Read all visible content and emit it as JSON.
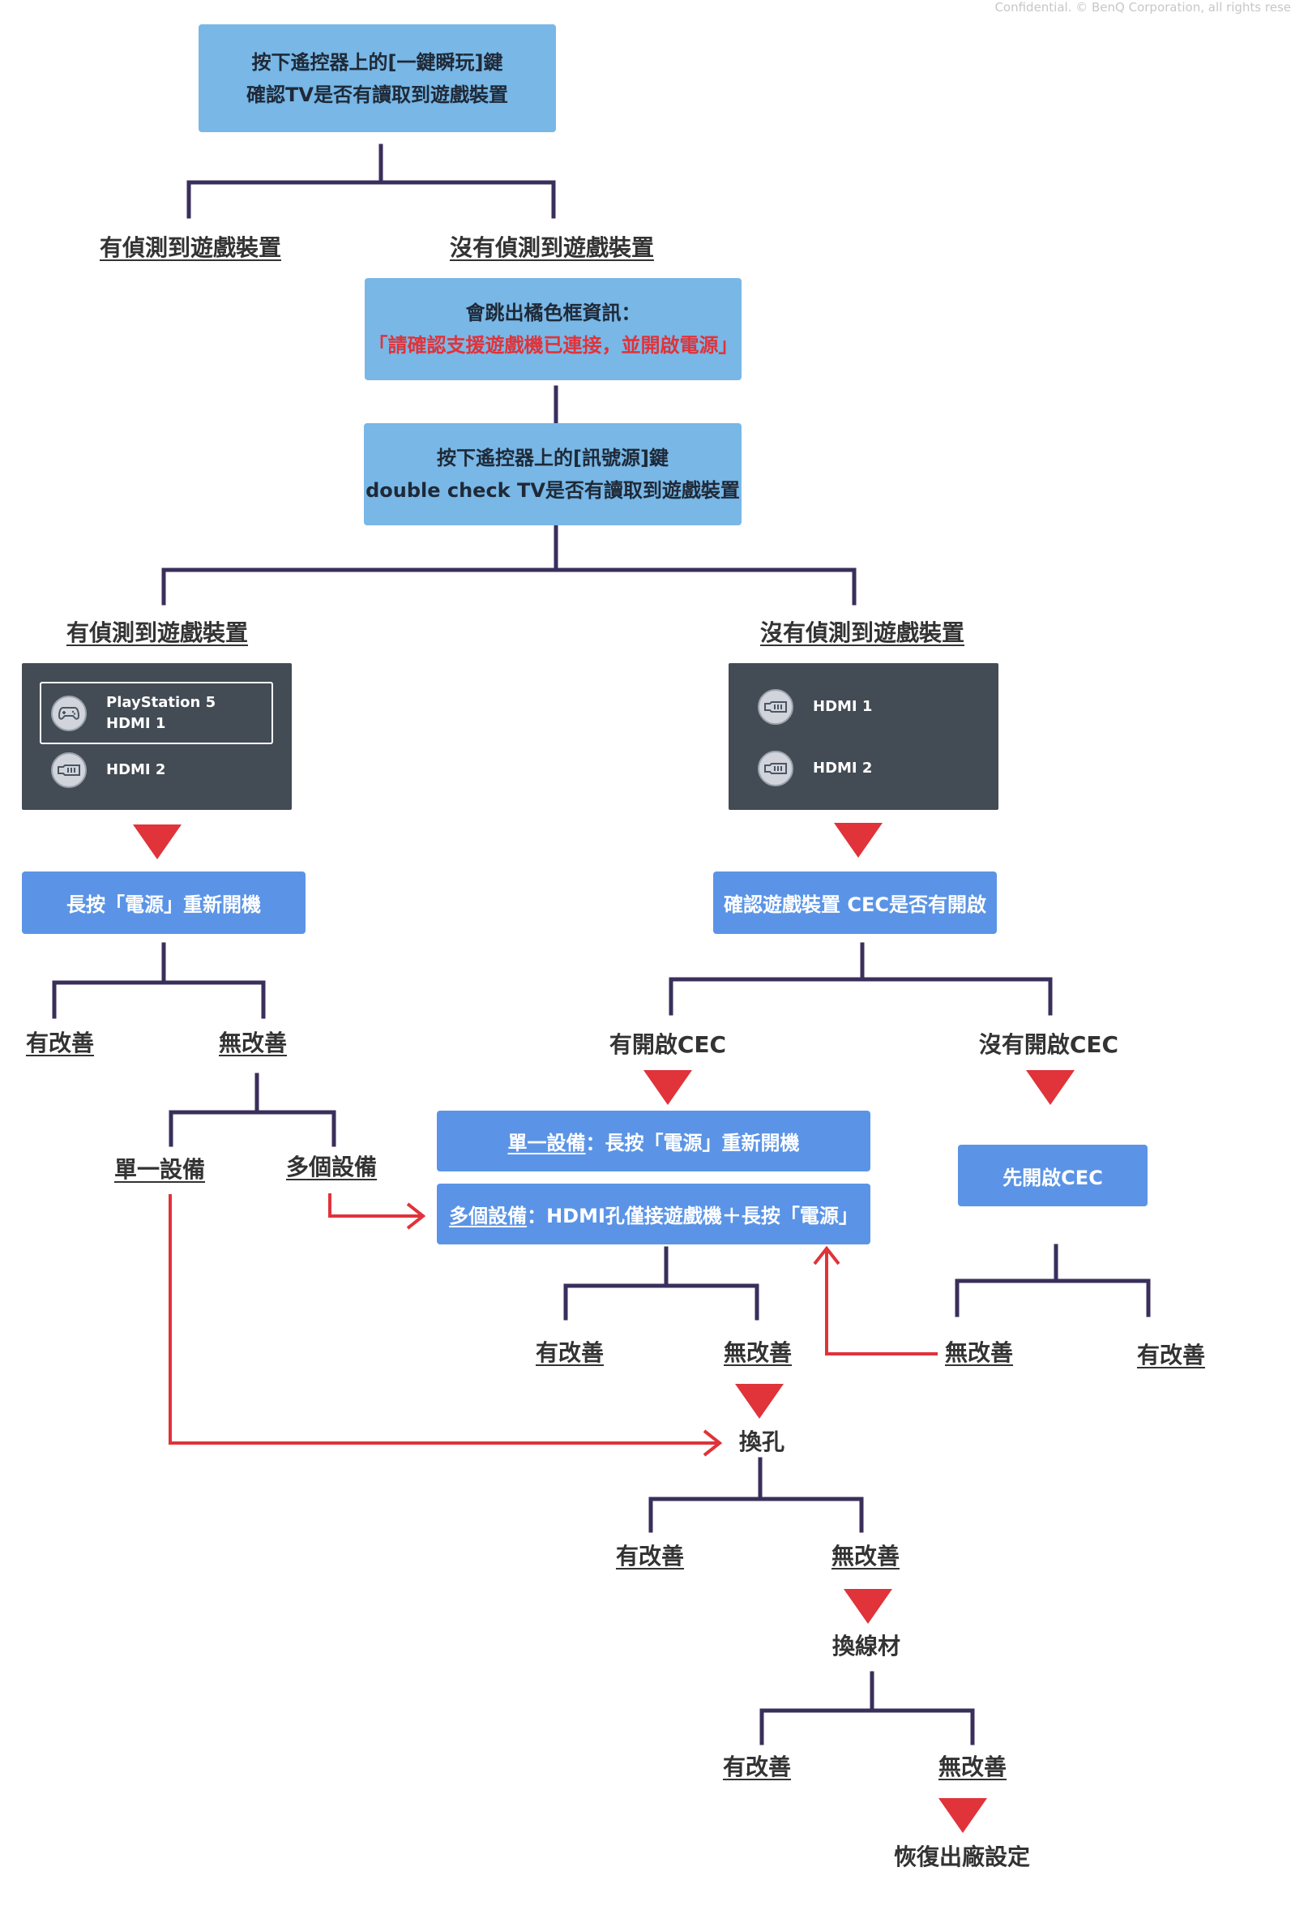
{
  "confidential": "Confidential. © BenQ Corporation, all rights rese",
  "top_box": {
    "line1": "按下遙控器上的[一鍵瞬玩]鍵",
    "line2": "確認TV是否有讀取到遊戲裝置"
  },
  "top_branches": {
    "yes": "有偵測到遊戲裝置",
    "no": "沒有偵測到遊戲裝置"
  },
  "orange_box": {
    "line1": "會跳出橘色框資訊：",
    "line2": "「請確認支援遊戲機已連接，並開啟電源」"
  },
  "source_box": {
    "line1": "按下遙控器上的[訊號源]鍵",
    "line2": "double check TV是否有讀取到遊戲裝置"
  },
  "second_branches": {
    "yes": "有偵測到遊戲裝置",
    "no": "沒有偵測到遊戲裝置"
  },
  "left_panel": {
    "device1_name": "PlayStation 5",
    "device1_port": "HDMI 1",
    "device1_icon": "gamepad-icon",
    "device2_port": "HDMI 2",
    "device2_icon": "hdmi-icon"
  },
  "right_panel": {
    "device1_port": "HDMI 1",
    "device1_icon": "hdmi-icon",
    "device2_port": "HDMI 2",
    "device2_icon": "hdmi-icon"
  },
  "left_action": "長按「電源」重新開機",
  "right_action": "確認遊戲裝置 CEC是否有開啟",
  "left_result": {
    "improved": "有改善",
    "not_improved": "無改善"
  },
  "device_split": {
    "single": "單一設備",
    "multiple": "多個設備"
  },
  "cec_branches": {
    "on": "有開啟CEC",
    "off": "沒有開啟CEC"
  },
  "single_box": {
    "prefix": "單一設備",
    "text": "：長按「電源」重新開機"
  },
  "multi_box": {
    "prefix": "多個設備",
    "text": "：HDMI孔僅接遊戲機＋長按「電源」"
  },
  "enable_cec_box": "先開啟CEC",
  "center_result": {
    "improved": "有改善",
    "not_improved": "無改善"
  },
  "cec_result": {
    "not_improved": "無改善",
    "improved": "有改善"
  },
  "swap_port": "換孔",
  "swap_port_result": {
    "improved": "有改善",
    "not_improved": "無改善"
  },
  "swap_cable": "換線材",
  "swap_cable_result": {
    "improved": "有改善",
    "not_improved": "無改善"
  },
  "factory_reset": "恢復出廠設定",
  "colors": {
    "connector": "#3a2f5b",
    "arrow": "#e0333a",
    "light_box": "#78b7e6",
    "action_box": "#5b94e6",
    "panel": "#434b54"
  }
}
